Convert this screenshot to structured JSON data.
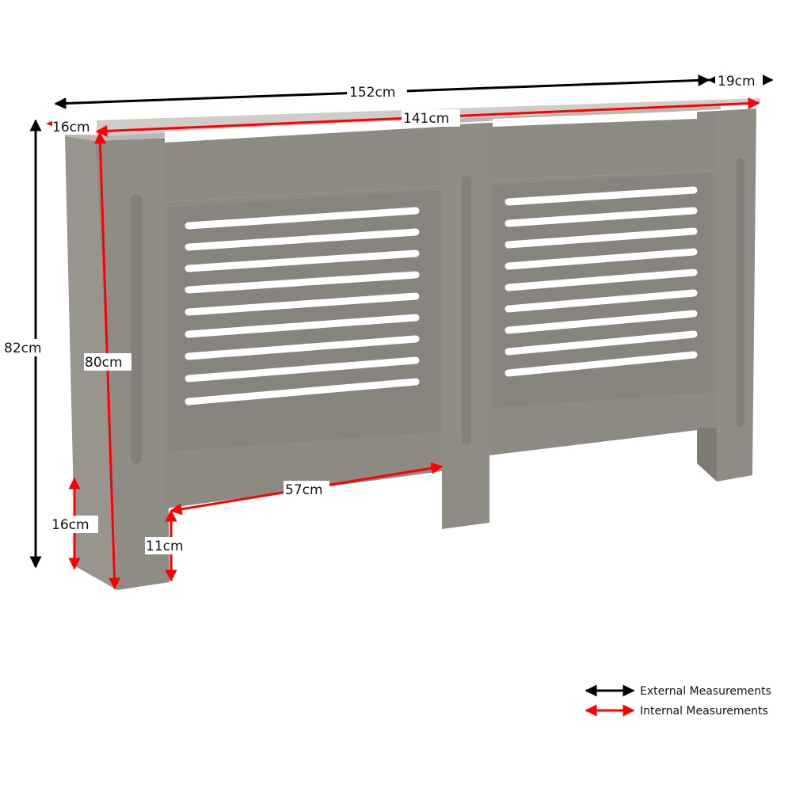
{
  "diagram": {
    "subject": "Radiator cover with horizontal slatted panels",
    "colors": {
      "cabinet": "#8f8b85",
      "cabinet_dark": "#7e7a74",
      "cabinet_light": "#9d9993",
      "top": "#c9c7c3",
      "slot": "#ffffff",
      "external": "#000000",
      "internal": "#ff0000"
    },
    "panels": 2,
    "slots_per_panel": 9
  },
  "measurements": {
    "external": [
      {
        "id": "total_width",
        "label": "152cm"
      },
      {
        "id": "depth",
        "label": "19cm"
      },
      {
        "id": "total_height",
        "label": "82cm"
      },
      {
        "id": "leg_height",
        "label": "16cm"
      }
    ],
    "internal": [
      {
        "id": "inner_width",
        "label": "141cm"
      },
      {
        "id": "inner_depth",
        "label": "16cm"
      },
      {
        "id": "inner_height",
        "label": "80cm"
      },
      {
        "id": "gap_width",
        "label": "57cm"
      },
      {
        "id": "gap_height",
        "label": "11cm"
      }
    ]
  },
  "legend": {
    "items": [
      {
        "label": "External Measurements",
        "color": "#000000"
      },
      {
        "label": "Internal Measurements",
        "color": "#ff0000"
      }
    ]
  }
}
